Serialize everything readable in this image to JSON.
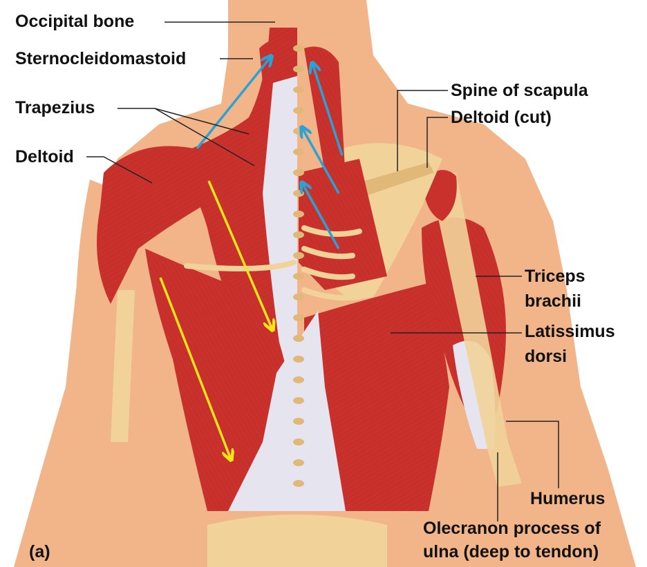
{
  "labels": {
    "occipital_bone": "Occipital bone",
    "sternocleidomastoid": "Sternocleidomastoid",
    "trapezius": "Trapezius",
    "deltoid": "Deltoid",
    "spine_of_scapula": "Spine of scapula",
    "deltoid_cut": "Deltoid (cut)",
    "triceps_line1": "Triceps",
    "triceps_line2": "brachii",
    "latissimus_line1": "Latissimus",
    "latissimus_line2": "dorsi",
    "humerus": "Humerus",
    "olecranon_line1": "Olecranon process of",
    "olecranon_line2": "ulna (deep to tendon)",
    "panel": "(a)"
  },
  "colors": {
    "skin": "#f2b489",
    "muscle": "#c8312c",
    "muscle_dark": "#a3221f",
    "tendon": "#e6e4ee",
    "bone": "#f1d39a",
    "blue_arrow": "#2aa2d6",
    "yellow_arrow": "#f5e51a",
    "leader_line": "#222222"
  },
  "arrows": {
    "blue": "upward action arrows (elevation)",
    "yellow": "downward action arrows (depression)"
  }
}
